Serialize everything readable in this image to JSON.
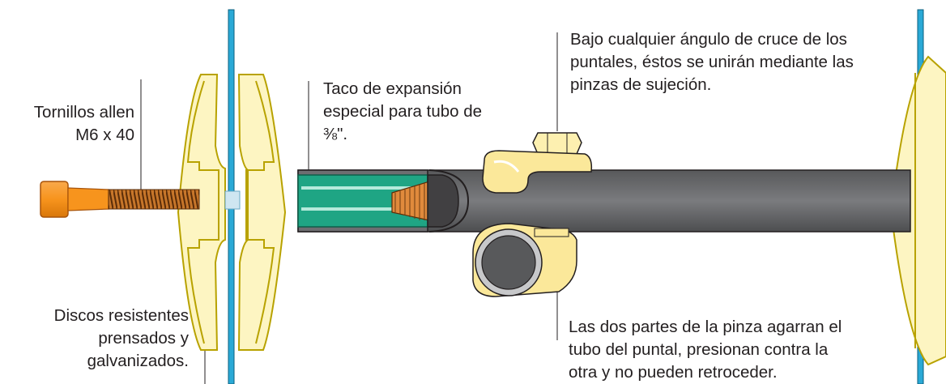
{
  "labels": {
    "tornillos": [
      "Tornillos allen",
      "M6 x 40"
    ],
    "discos": [
      "Discos resistentes",
      "prensados y",
      "galvanizados."
    ],
    "taco": [
      "Taco de expansión",
      "especial para tubo de",
      "⅜\"."
    ],
    "angulo": [
      "Bajo cualquier ángulo de cruce de los",
      "puntales, éstos se unirán mediante las",
      "pinzas de sujeción."
    ],
    "pinza": [
      "Las dos partes de la pinza agarran el",
      "tubo del puntal, presionan contra la",
      "otra y no pueden retroceder."
    ]
  },
  "colors": {
    "glass": "#2aa9d6",
    "disc_fill": "#fdf5c2",
    "disc_stroke": "#c9b400",
    "bolt_head": "#f7941d",
    "thread": "#8a4b14",
    "tube": "#6d6e71",
    "tube_dark": "#414042",
    "plug": "#1fa584",
    "clamp": "#fbe89a"
  }
}
